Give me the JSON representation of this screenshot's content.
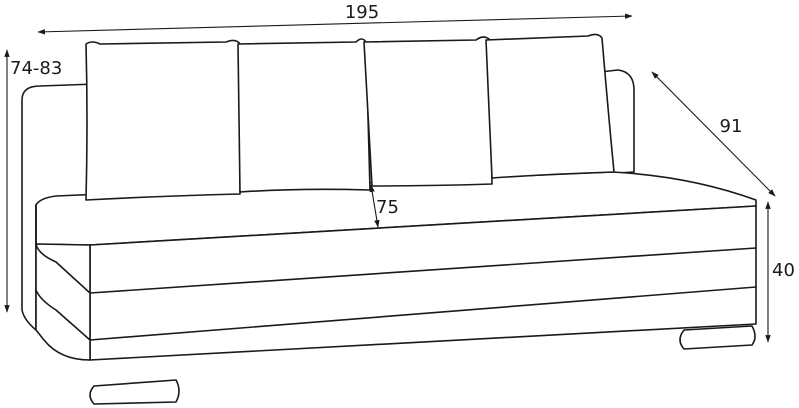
{
  "dimensions": {
    "width": "195",
    "height_range": "74-83",
    "depth": "91",
    "seat_height": "40",
    "seat_depth": "75"
  },
  "colors": {
    "line": "#1a1a1a",
    "background": "#ffffff"
  }
}
